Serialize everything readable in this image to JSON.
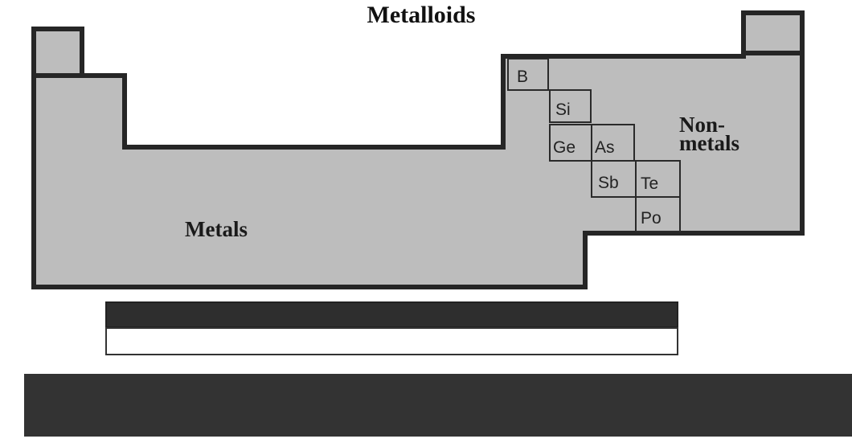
{
  "title": "Metalloids",
  "regions": {
    "metals": {
      "label": "Metals"
    },
    "nonmetals": {
      "label_line1": "Non-",
      "label_line2": "metals"
    }
  },
  "metalloids": [
    {
      "symbol": "B"
    },
    {
      "symbol": "Si"
    },
    {
      "symbol": "Ge"
    },
    {
      "symbol": "As"
    },
    {
      "symbol": "Sb"
    },
    {
      "symbol": "Te"
    },
    {
      "symbol": "Po"
    }
  ],
  "colors": {
    "fill": "#bdbdbd",
    "outline": "#262626",
    "dark_band": "#2e2e2e",
    "background": "#ffffff"
  }
}
